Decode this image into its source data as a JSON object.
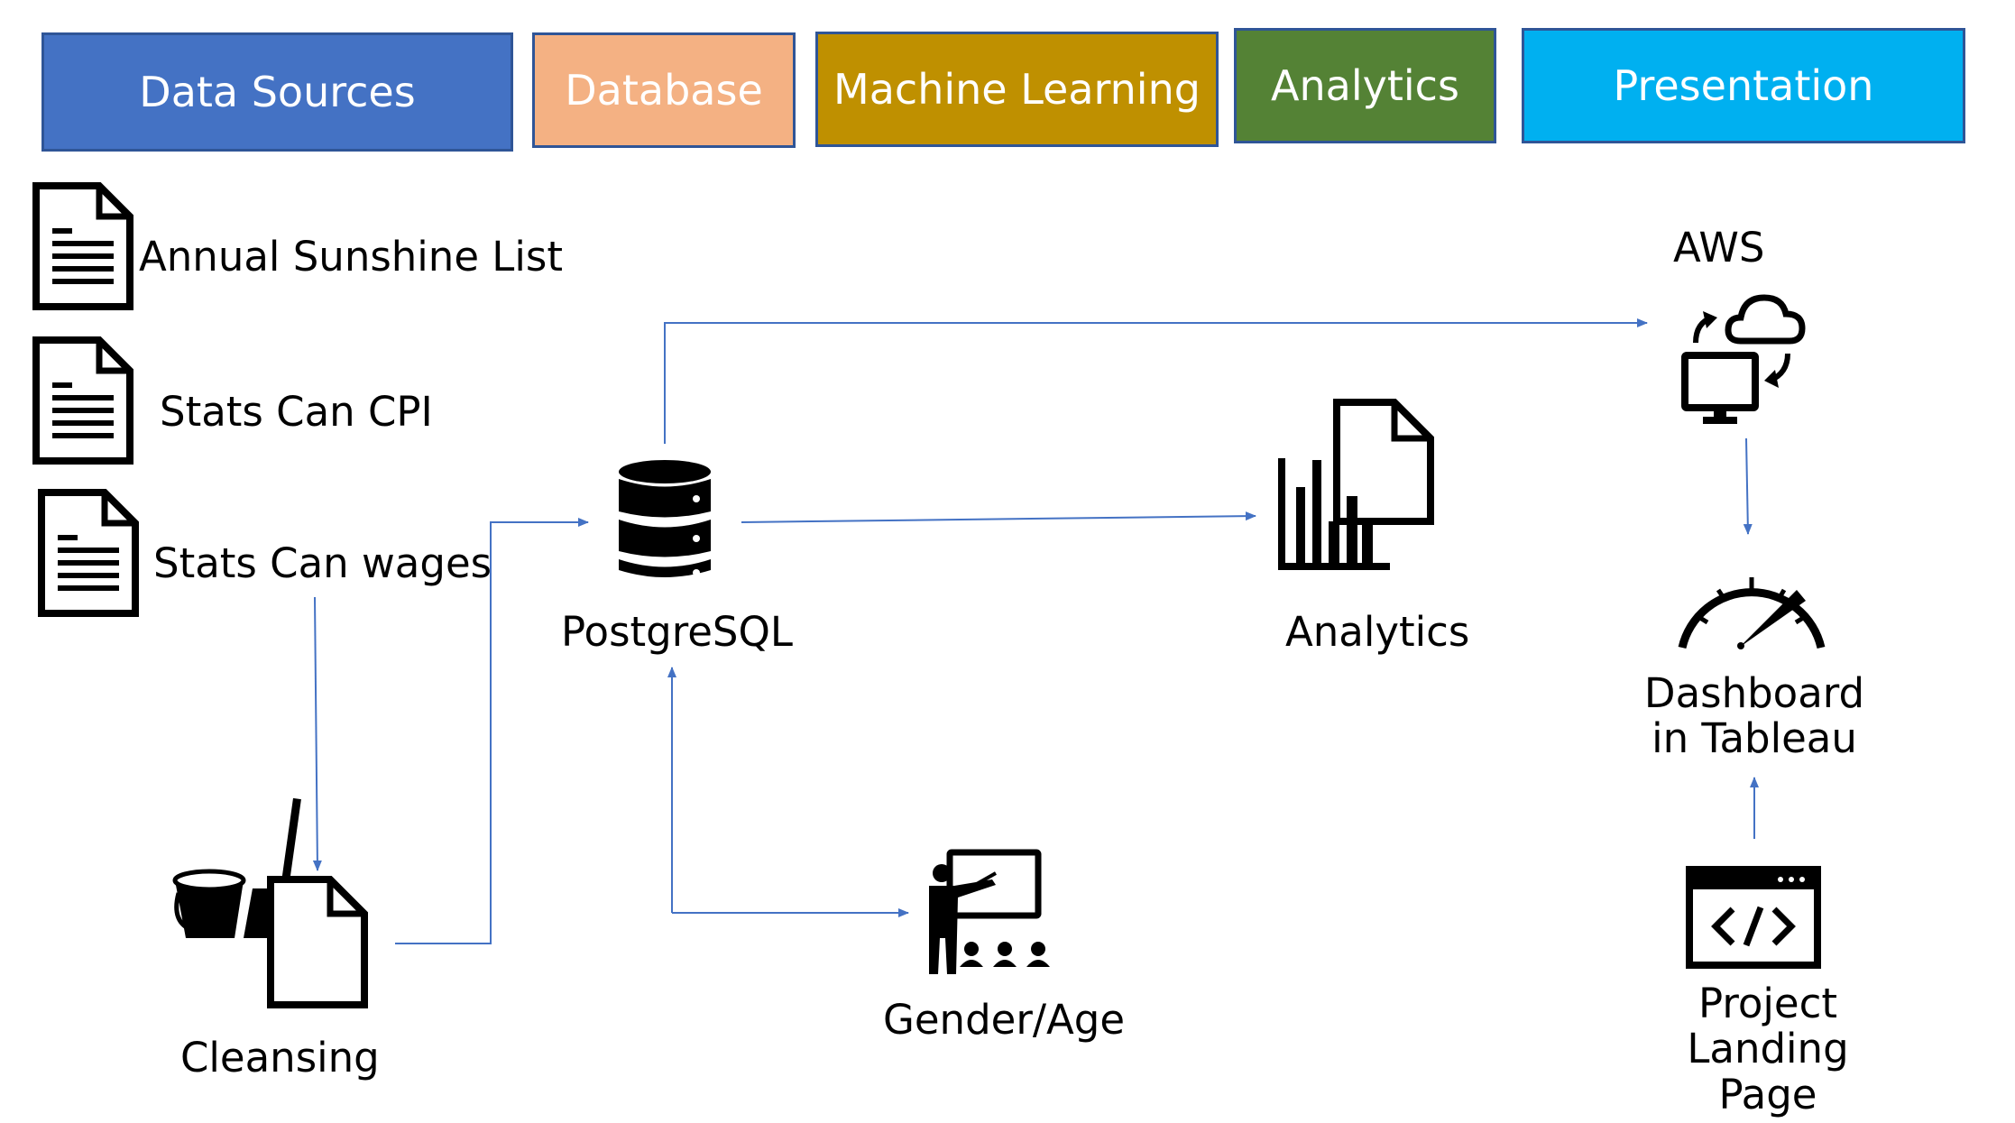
{
  "headers": [
    {
      "label": "Data Sources",
      "color": "#4472c4"
    },
    {
      "label": "Database",
      "color": "#f4b183"
    },
    {
      "label": "Machine Learning",
      "color": "#bf9000"
    },
    {
      "label": "Analytics",
      "color": "#548235"
    },
    {
      "label": "Presentation",
      "color": "#00b0f0"
    }
  ],
  "sources": {
    "sunshine": "Annual Sunshine List",
    "cpi": "Stats Can CPI",
    "wages": "Stats Can wages"
  },
  "nodes": {
    "cleansing": "Cleansing",
    "postgres": "PostgreSQL",
    "gender_age": "Gender/Age",
    "analytics": "Analytics",
    "aws": "AWS",
    "dashboard": [
      "Dashboard",
      "in Tableau"
    ],
    "landing": [
      "Project",
      "Landing",
      "Page"
    ]
  },
  "icons": [
    "document-icon",
    "broom-bucket-icon",
    "database-icon",
    "presentation-icon",
    "bar-chart-document-icon",
    "cloud-sync-icon",
    "gauge-icon",
    "code-window-icon"
  ],
  "colors": {
    "arrow": "#4472c4",
    "header_border": "#2f5597"
  }
}
